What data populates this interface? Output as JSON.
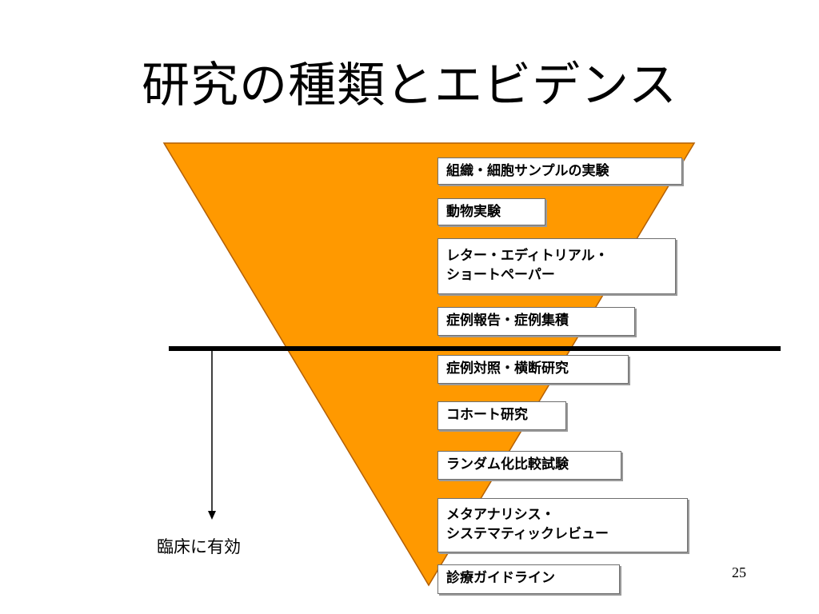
{
  "slide": {
    "title": "研究の種類とエビデンス",
    "page_number": "25",
    "clinical_label": "臨床に有効",
    "colors": {
      "triangle_fill": "#ff9900",
      "triangle_stroke": "#b35f00",
      "divider": "#000000"
    }
  },
  "levels": [
    {
      "line1": "組織・細胞サンプルの実験",
      "line2": ""
    },
    {
      "line1": "動物実験",
      "line2": ""
    },
    {
      "line1": "レター・エディトリアル・",
      "line2": "ショートペーパー"
    },
    {
      "line1": "症例報告・症例集積",
      "line2": ""
    },
    {
      "line1": "症例対照・横断研究",
      "line2": ""
    },
    {
      "line1": "コホート研究",
      "line2": ""
    },
    {
      "line1": "ランダム化比較試験",
      "line2": ""
    },
    {
      "line1": "メタアナリシス・",
      "line2": "システマティックレビュー"
    },
    {
      "line1": "診療ガイドライン",
      "line2": ""
    }
  ]
}
